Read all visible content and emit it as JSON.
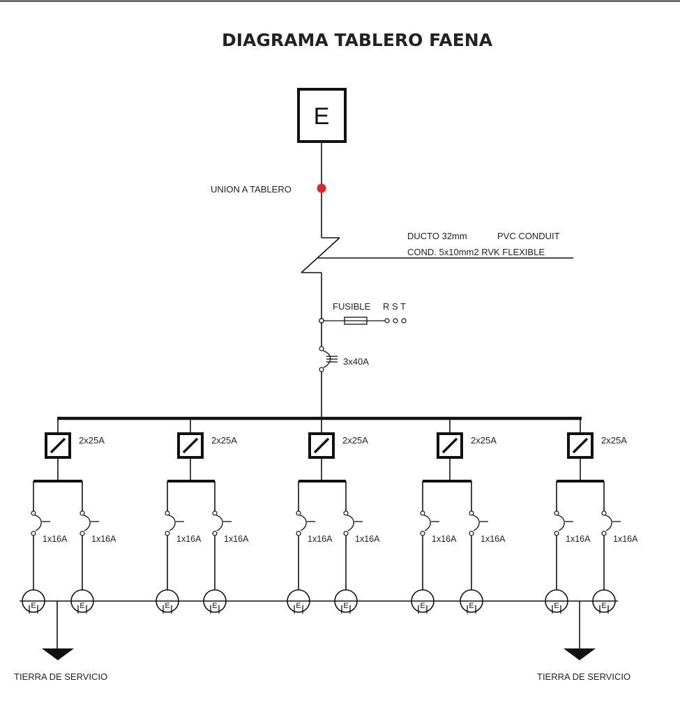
{
  "title": "DIAGRAMA TABLERO FAENA",
  "meter": {
    "label": "E"
  },
  "union": {
    "label": "UNION A TABLERO",
    "color": "#e0242c"
  },
  "feeder": {
    "line1_left": "DUCTO 32mm",
    "line1_right": "PVC CONDUIT",
    "line2": "COND. 5x10mm2 RVK FLEXIBLE"
  },
  "fuse": {
    "label": "FUSIBLE",
    "phases": "R S T"
  },
  "main_breaker": {
    "rating": "3x40A"
  },
  "branches": [
    {
      "rating": "2x25A",
      "circuits": [
        {
          "rating": "1x16A",
          "outlet": "E"
        },
        {
          "rating": "1x16A",
          "outlet": "E"
        }
      ]
    },
    {
      "rating": "2x25A",
      "circuits": [
        {
          "rating": "1x16A",
          "outlet": "E"
        },
        {
          "rating": "1x16A",
          "outlet": "E"
        }
      ]
    },
    {
      "rating": "2x25A",
      "circuits": [
        {
          "rating": "1x16A",
          "outlet": "E"
        },
        {
          "rating": "1x16A",
          "outlet": "E"
        }
      ]
    },
    {
      "rating": "2x25A",
      "circuits": [
        {
          "rating": "1x16A",
          "outlet": "E"
        },
        {
          "rating": "1x16A",
          "outlet": "E"
        }
      ]
    },
    {
      "rating": "2x25A",
      "circuits": [
        {
          "rating": "1x16A",
          "outlet": "E"
        },
        {
          "rating": "1x16A",
          "outlet": "E"
        }
      ]
    }
  ],
  "grounds": [
    {
      "label": "TIERRA DE SERVICIO"
    },
    {
      "label": "TIERRA DE SERVICIO"
    }
  ]
}
